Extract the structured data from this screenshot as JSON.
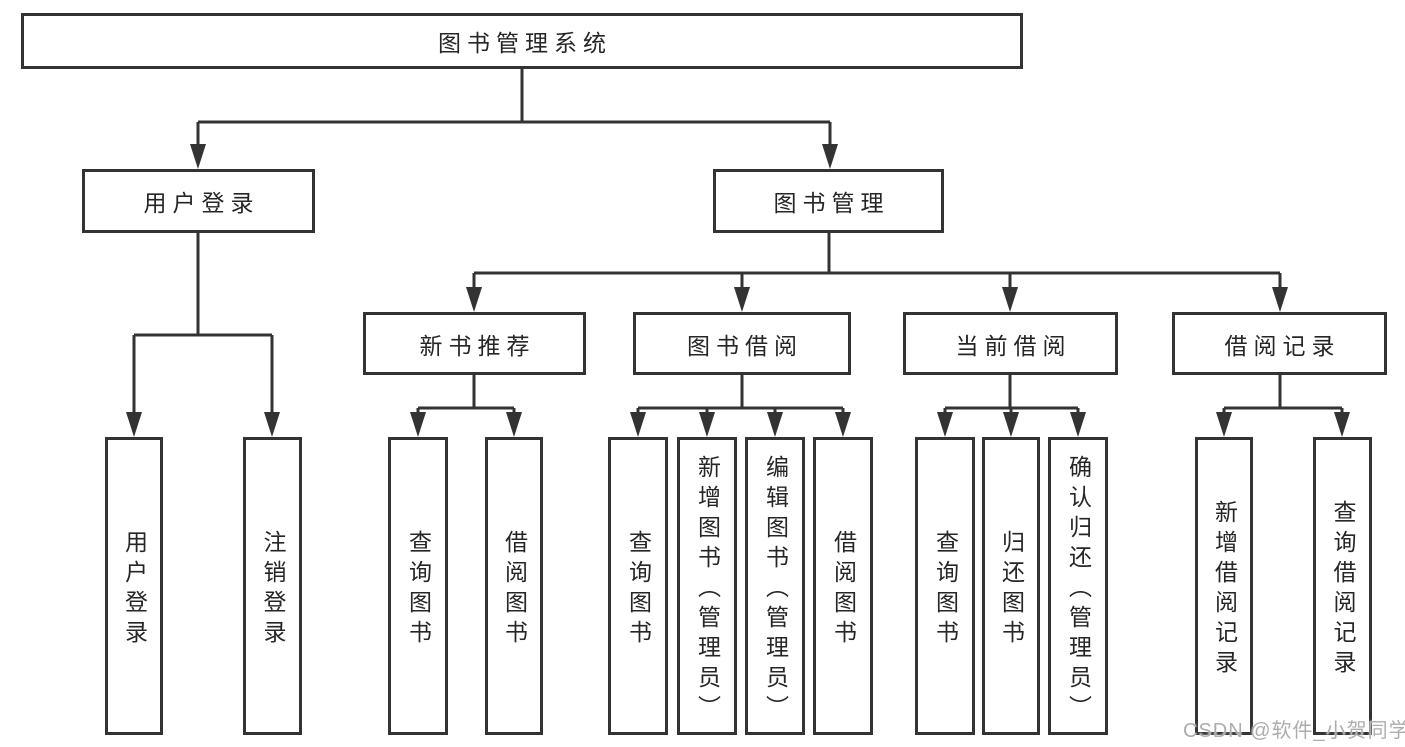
{
  "diagram_title": "图书管理系统",
  "nodes": {
    "root": {
      "label": "图书管理系统"
    },
    "user_login": {
      "label": "用户登录"
    },
    "book_mgmt": {
      "label": "图书管理"
    },
    "new_book_rec": {
      "label": "新书推荐"
    },
    "book_borrow": {
      "label": "图书借阅"
    },
    "current_borrow": {
      "label": "当前借阅"
    },
    "borrow_record": {
      "label": "借阅记录"
    },
    "leaf_user_login": {
      "label": "用户登录"
    },
    "leaf_logout": {
      "label": "注销登录"
    },
    "leaf_search_book_1": {
      "label": "查询图书"
    },
    "leaf_borrow_book_1": {
      "label": "借阅图书"
    },
    "leaf_search_book_2": {
      "label": "查询图书"
    },
    "leaf_add_book": {
      "label": "新增图书（管理员）"
    },
    "leaf_edit_book": {
      "label": "编辑图书（管理员）"
    },
    "leaf_borrow_book_2": {
      "label": "借阅图书"
    },
    "leaf_search_book_3": {
      "label": "查询图书"
    },
    "leaf_return_book": {
      "label": "归还图书"
    },
    "leaf_confirm_return": {
      "label": "确认归还（管理员）"
    },
    "leaf_add_record": {
      "label": "新增借阅记录"
    },
    "leaf_search_record": {
      "label": "查询借阅记录"
    }
  },
  "hierarchy": {
    "root": "图书管理系统",
    "children": [
      {
        "label": "用户登录",
        "children": [
          "用户登录",
          "注销登录"
        ]
      },
      {
        "label": "图书管理",
        "children": [
          {
            "label": "新书推荐",
            "children": [
              "查询图书",
              "借阅图书"
            ]
          },
          {
            "label": "图书借阅",
            "children": [
              "查询图书",
              "新增图书（管理员）",
              "编辑图书（管理员）",
              "借阅图书"
            ]
          },
          {
            "label": "当前借阅",
            "children": [
              "查询图书",
              "归还图书",
              "确认归还（管理员）"
            ]
          },
          {
            "label": "借阅记录",
            "children": [
              "新增借阅记录",
              "查询借阅记录"
            ]
          }
        ]
      }
    ]
  },
  "watermark": "CSDN @软件_小贺同学",
  "colors": {
    "line": "#333333",
    "text": "#262626",
    "background": "#ffffff",
    "watermark": "#adadad"
  }
}
